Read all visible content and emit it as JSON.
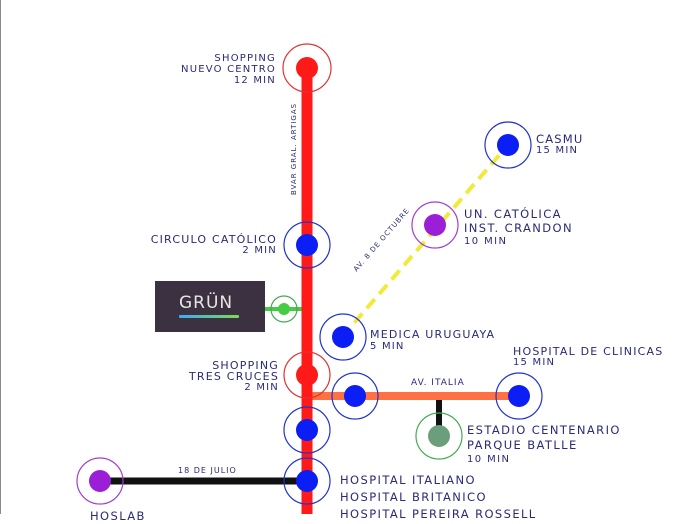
{
  "labels": {
    "shopping_nuevo_centro": [
      "Shopping",
      "Nuevo centro",
      "12 min"
    ],
    "casmu": [
      "CASMU",
      "15 min"
    ],
    "un_catolica": [
      "Un. Católica",
      "Inst. Crandon",
      "10 min"
    ],
    "circulo_catolico": [
      "Circulo Católico",
      "2 min"
    ],
    "medica_uruguaya": [
      "Medica Uruguaya",
      "5 min"
    ],
    "shopping_tres_cruces": [
      "Shopping",
      "Tres Cruces",
      "2 min"
    ],
    "hospital_clinicas": [
      "Hospital de Clinicas",
      "15 min"
    ],
    "estadio": [
      "Estadio Centenario",
      "Parque Batlle",
      "10 min"
    ],
    "hospitales": [
      "Hospital Italiano",
      "Hospital Britanico",
      "Hospital Pereira Rossell"
    ],
    "bottom_left_partial": "Hoslab"
  },
  "streets": {
    "artigas": "Bvar Gral. Artigas",
    "ocho_octubre": "Av. 8 de Octubre",
    "italia": "Av. Italia",
    "dieciocho_julio": "18 de Julio"
  },
  "logo": {
    "text": "GRÜN"
  },
  "colors": {
    "main_line": "#ff1a1a",
    "italia_line": "#ff7043",
    "octubre_line": "#f2ea3a",
    "julio_line": "#111111",
    "grun_line": "#44cc44",
    "blue_stop": "#0a1ef5",
    "purple_stop": "#9a1fd6",
    "green_stop": "#6b9e7a",
    "red_stop": "#ff1a1a",
    "ring_blue": "#2233cc",
    "ring_red": "#e03333",
    "ring_purple": "#a040d0",
    "ring_green": "#44aa55",
    "text": "#2a2a7a"
  }
}
